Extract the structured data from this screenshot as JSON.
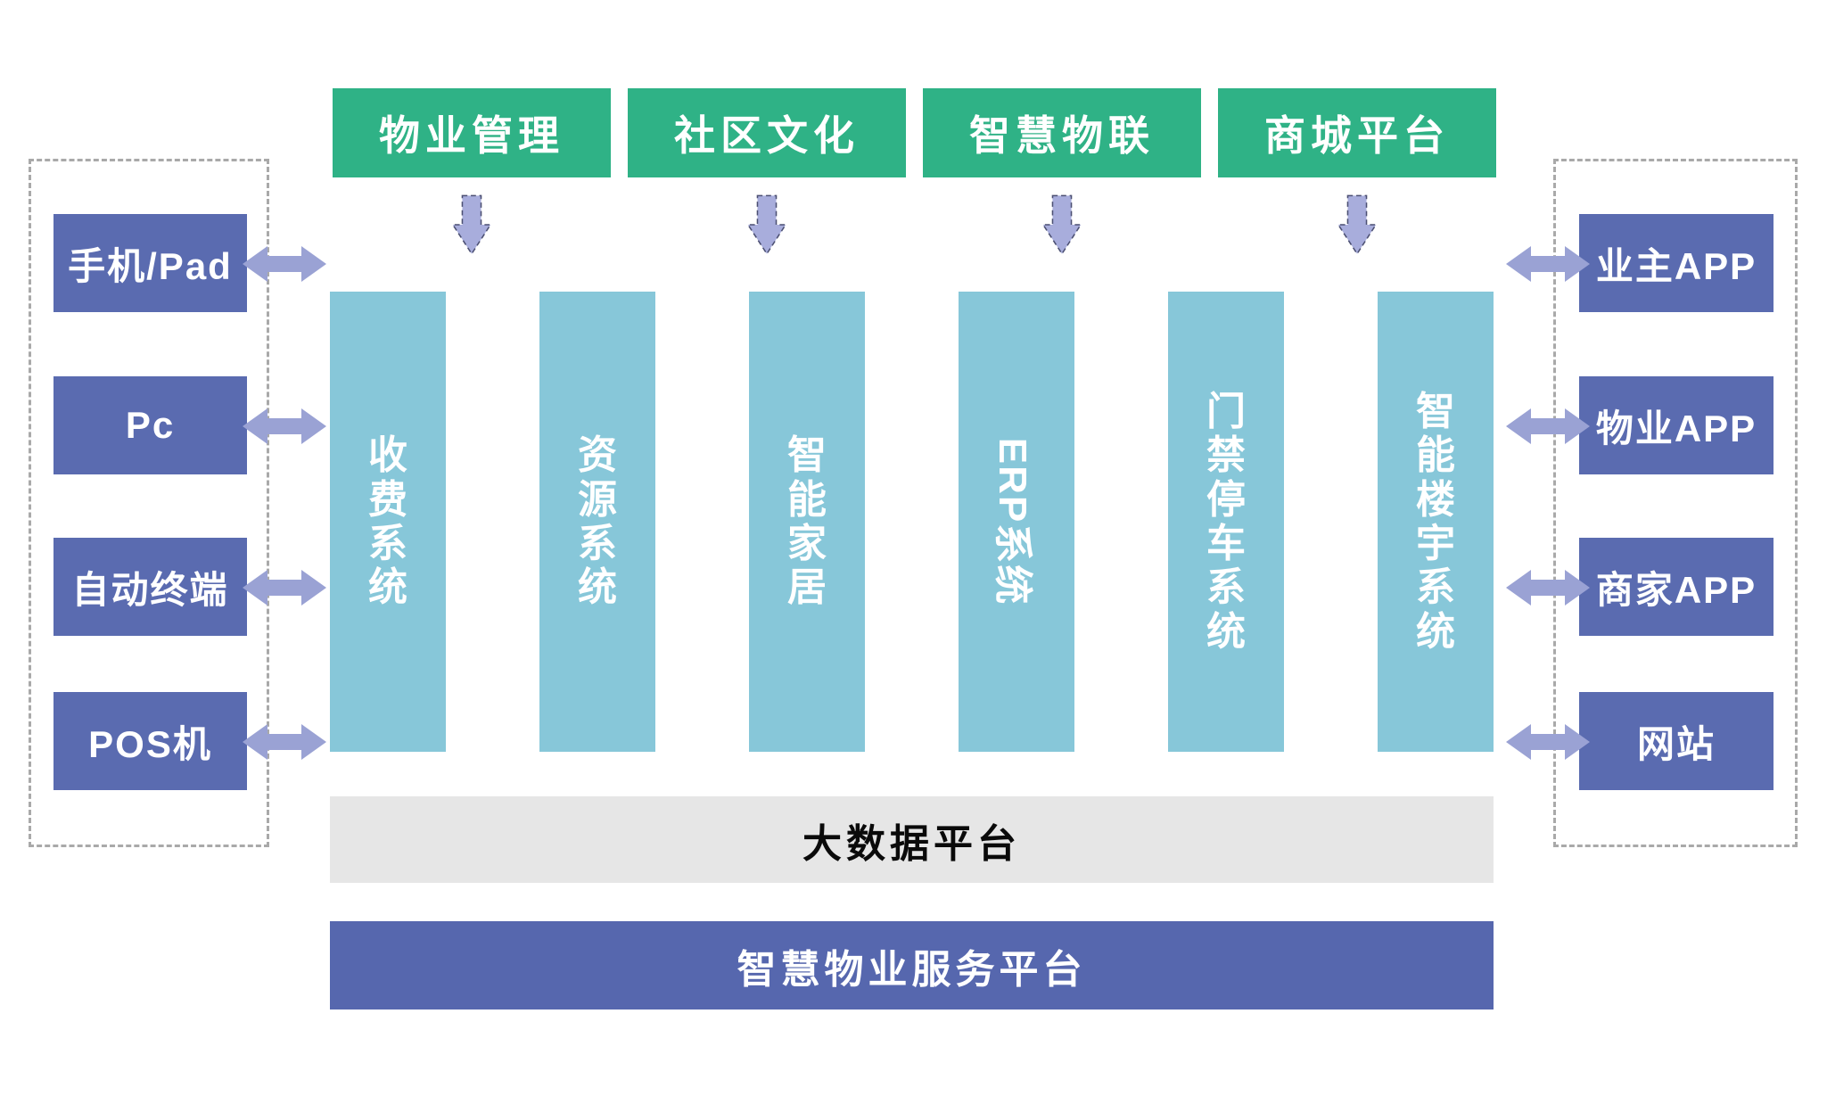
{
  "colors": {
    "green": "#2fb286",
    "teal": "#87c7d9",
    "boxpurple": "#5a6bb0",
    "barpurple": "#5667ae",
    "graybar": "#e6e6e6",
    "arrowlight": "#a8addc",
    "arrowmid": "#9aa2d4",
    "dash": "#a9a9a9"
  },
  "top_modules": [
    {
      "label": "物业管理"
    },
    {
      "label": "社区文化"
    },
    {
      "label": "智慧物联"
    },
    {
      "label": "商城平台"
    }
  ],
  "systems": [
    {
      "label": "收费系统"
    },
    {
      "label": "资源系统"
    },
    {
      "label": "智能家居"
    },
    {
      "label": "ERP系统"
    },
    {
      "label": "门禁停车系统"
    },
    {
      "label": "智能楼宇系统"
    }
  ],
  "left_terminals": {
    "items": [
      {
        "label": "手机/Pad"
      },
      {
        "label": "Pc"
      },
      {
        "label": "自动终端"
      },
      {
        "label": "POS机"
      }
    ]
  },
  "right_terminals": {
    "items": [
      {
        "label": "业主APP"
      },
      {
        "label": "物业APP"
      },
      {
        "label": "商家APP"
      },
      {
        "label": "网站"
      }
    ]
  },
  "platform_bars": {
    "big_data": {
      "label": "大数据平台"
    },
    "service": {
      "label": "智慧物业服务平台"
    }
  }
}
